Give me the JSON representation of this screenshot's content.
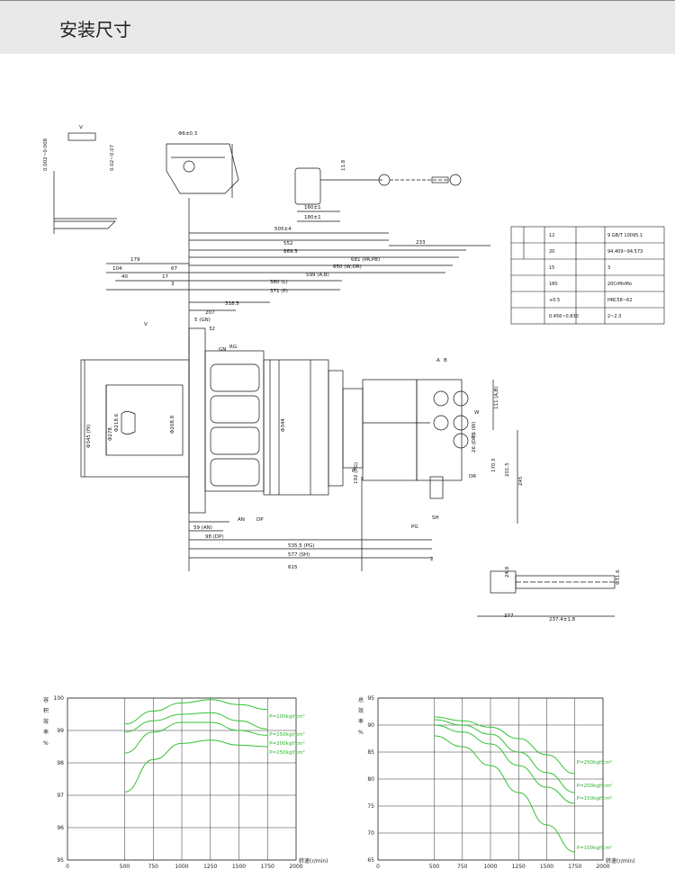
{
  "page": {
    "title": "安装尺寸"
  },
  "drawing": {
    "top_labels": [
      "V",
      "0.002~0.008",
      "0.02~0.07",
      "Φ6±0.3",
      "11.8",
      "160±1",
      "180±1",
      "233"
    ],
    "dimensions_h": [
      "505±4",
      "552",
      "869.5",
      "681 (PA,PB)",
      "650 (W,DR)",
      "599 (A,B)",
      "380 (L)",
      "371 (P)",
      "318.5",
      "207",
      "179",
      "104",
      "67",
      "40",
      "17",
      "3",
      "5 (GN)",
      "32"
    ],
    "side_labels": [
      "V",
      "GN",
      "RG",
      "A",
      "B",
      "W",
      "DR",
      "PG",
      "SH",
      "AN",
      "DP",
      "P"
    ],
    "dimensions_v": [
      "Φ345 (f9)",
      "Φ278",
      "Φ218.6",
      "Φ208.8",
      "Φ344",
      "111 (A,B)",
      "76 (W)",
      "26 (DR)",
      "170.5",
      "201.5",
      "245",
      "192 (PG)"
    ],
    "bottom_dims": [
      "59 (AN)",
      "98 (DP)",
      "535.5 (PG)",
      "577 (SH)",
      "615",
      "2",
      "24.8",
      "Φ31.6",
      "237.4±1.8",
      "377"
    ],
    "spec_table": [
      [
        "12",
        "9 GB/T 10095.1"
      ],
      [
        "20",
        "94.409~94.573"
      ],
      [
        "15",
        "3"
      ],
      [
        "180",
        "20CrMnMo"
      ],
      [
        "+0.5",
        "HRC58~62"
      ],
      [
        "0.456~0.830",
        "2~2.3"
      ]
    ]
  },
  "chart_data": [
    {
      "type": "line",
      "title": "",
      "ylabel": "容积效率%",
      "xlabel": "转速(r/min)",
      "xlim": [
        0,
        2000
      ],
      "ylim": [
        95,
        100
      ],
      "xticks": [
        "0",
        "500",
        "750",
        "1000",
        "1250",
        "1500",
        "1750",
        "2000"
      ],
      "yticks": [
        "95",
        "96",
        "97",
        "98",
        "99",
        "100"
      ],
      "x": [
        500,
        750,
        1000,
        1250,
        1500,
        1750
      ],
      "series": [
        {
          "name": "P=100kgf/cm²",
          "values": [
            99.2,
            99.6,
            99.85,
            99.95,
            99.8,
            99.65
          ]
        },
        {
          "name": "P=150kgf/cm²",
          "values": [
            98.95,
            99.3,
            99.5,
            99.55,
            99.3,
            99.05
          ]
        },
        {
          "name": "P=200kgf/cm²",
          "values": [
            98.3,
            98.95,
            99.25,
            99.25,
            99.0,
            98.85
          ]
        },
        {
          "name": "P=250kgf/cm²",
          "values": [
            97.1,
            98.1,
            98.6,
            98.7,
            98.55,
            98.5
          ]
        }
      ],
      "grid": true,
      "line_color": "#35c235"
    },
    {
      "type": "line",
      "title": "",
      "ylabel": "总效率%",
      "xlabel": "转速(r/min)",
      "xlim": [
        0,
        2000
      ],
      "ylim": [
        65,
        95
      ],
      "xticks": [
        "0",
        "500",
        "750",
        "1000",
        "1250",
        "1500",
        "1750",
        "2000"
      ],
      "yticks": [
        "65",
        "70",
        "75",
        "80",
        "85",
        "90",
        "95"
      ],
      "x": [
        500,
        750,
        1000,
        1250,
        1500,
        1750
      ],
      "series": [
        {
          "name": "P=250kgf/cm²",
          "values": [
            91.5,
            90.8,
            89.6,
            87.5,
            84.5,
            81.0
          ]
        },
        {
          "name": "P=200kgf/cm²",
          "values": [
            91.0,
            90.0,
            88.3,
            85.0,
            81.2,
            77.5
          ]
        },
        {
          "name": "P=150kgf/cm²",
          "values": [
            90.0,
            88.7,
            86.5,
            82.5,
            78.5,
            75.5
          ]
        },
        {
          "name": "P=100kgf/cm²",
          "values": [
            88.0,
            86.0,
            82.5,
            77.5,
            71.5,
            66.5
          ]
        }
      ],
      "grid": true,
      "line_color": "#35c235"
    }
  ]
}
